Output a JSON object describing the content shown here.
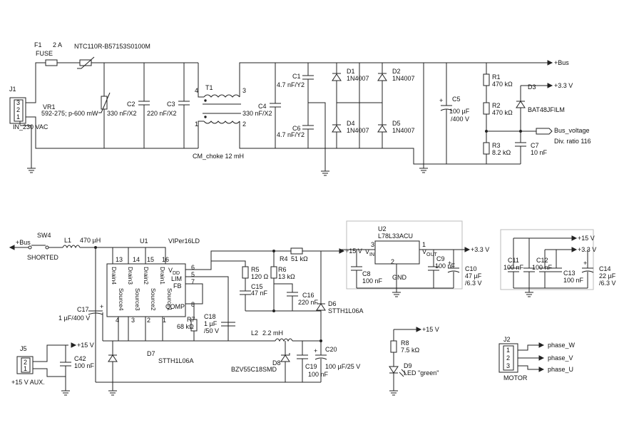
{
  "labels": {
    "f1": "F1",
    "f1_rating": "2 A",
    "fuse": "FUSE",
    "ntc": "NTC110R-B57153S0100M",
    "j1": "J1",
    "j1_p3": "3",
    "j1_p2": "2",
    "j1_p1": "1",
    "j1_name": "IN_230 VAC",
    "vr1": "VR1",
    "vr1_val": "592-275; p-600 mW",
    "c2": "C2",
    "c2_val": "220 nF/X2",
    "c3": "C3",
    "c_330_a": "330 nF/X2",
    "t1": "T1",
    "t1_p4": "4",
    "t1_p3": "3",
    "t1_p1": "1",
    "t1_p2": "2",
    "cm_choke": "CM_choke 12 mH",
    "c4": "C4",
    "c4_val": "330 nF/X2",
    "c1": "C1",
    "c1_val": "4.7 nF/Y2",
    "c6": "C6",
    "c6_val": "4.7 nF/Y2",
    "d1": "D1",
    "d1_val": "1N4007",
    "d2": "D2",
    "d2_val": "1N4007",
    "d4": "D4",
    "d4_val": "1N4007",
    "d5": "D5",
    "d5_val": "1N4007",
    "c5": "C5",
    "c5_val1": "100 µF",
    "c5_val2": "/400 V",
    "plus": "+",
    "bus": "+Bus",
    "p33": "+3.3 V",
    "r1": "R1",
    "r1_val": "470 kΩ",
    "r2": "R2",
    "r2_val": "470 kΩ",
    "r3": "R3",
    "r3_val": "8.2 kΩ",
    "d3": "D3",
    "d3_val": "BAT48JFILM",
    "bus_voltage": "Bus_voltage",
    "div_ratio": "Div. ratio 116",
    "c7": "C7",
    "c7_val": "10 nF",
    "bus2": "+Bus",
    "sw4": "SW4",
    "shorted": "SHORTED",
    "l1": "L1",
    "l1_val": "470 µH",
    "u1": "U1",
    "viper": "VIPer16LD",
    "pin13": "13",
    "pin14": "14",
    "pin15": "15",
    "pin16": "16",
    "pin4": "4",
    "pin3": "3",
    "pin2": "2",
    "pin1": "1",
    "pin6": "6",
    "pin5": "5",
    "pin7": "7",
    "pin8": "8",
    "drain4": "Drain4",
    "drain3": "Drain3",
    "drain2": "Drain2",
    "drain1": "Drain1",
    "source4": "Source4",
    "source3": "Source3",
    "source2": "Source2",
    "source1": "Source1",
    "vdd_v": "V",
    "vdd_sub": "DD",
    "lim": "LIM",
    "fb": "FB",
    "comp": "COMP",
    "c17": "C17",
    "c17_val": "1 µF/400 V",
    "r4": "R4",
    "r4_val": "51 kΩ",
    "r5": "R5",
    "r5_val": "120 Ω",
    "r6": "R6",
    "r6_val": "13 kΩ",
    "c15": "C15",
    "c15_val": "47 nF",
    "c16": "C16",
    "c16_val": "220 nF",
    "d6": "D6",
    "d6_val": "STTH1L06A",
    "r7": "R7",
    "r7_val": "68 kΩ",
    "c18": "C18",
    "c18_val1": "1 µF",
    "c18_val2": "/50 V",
    "l2": "L2",
    "l2_val": "2.2 mH",
    "p15": "+15 V",
    "d7": "D7",
    "d7_val": "STTH1L06A",
    "d8": "D8",
    "d8_val": "BZV55C18SMD",
    "c19": "C19",
    "c19_val": "100 nF",
    "c20": "C20",
    "c20_val": "100 µF/25 V",
    "j5": "J5",
    "j5_p2": "2",
    "j5_p1": "1",
    "j5_name": "+15 V AUX.",
    "c42": "C42",
    "c42_val": "100 nF",
    "u2": "U2",
    "u2_val": "L78L33ACU",
    "vin_v": "V",
    "vin_sub": "IN",
    "vout_v": "V",
    "vout_sub": "OUT",
    "u2_p3": "3",
    "u2_p1": "1",
    "u2_p2": "2",
    "gnd": "GND",
    "c8": "C8",
    "c8_val": "100 nF",
    "c9": "C9",
    "c9_val": "100 nF",
    "c10": "C10",
    "c10_val1": "47 µF",
    "c10_val2": "/6.3 V",
    "c11": "C11",
    "c11_val": "100 nF",
    "c12": "C12",
    "c12_val": "100 nF",
    "c13": "C13",
    "c13_val": "100 nF",
    "c14": "C14",
    "c14_val1": "22 µF",
    "c14_val2": "/6.3 V",
    "r8": "R8",
    "r8_val": "7.5 kΩ",
    "d9": "D9",
    "d9_val": "LED \"green\"",
    "j2": "J2",
    "j2_p1": "1",
    "j2_p2": "2",
    "j2_p3": "3",
    "phase_w": "phase_W",
    "phase_v": "phase_V",
    "phase_u": "phase_U",
    "motor": "MOTOR"
  }
}
